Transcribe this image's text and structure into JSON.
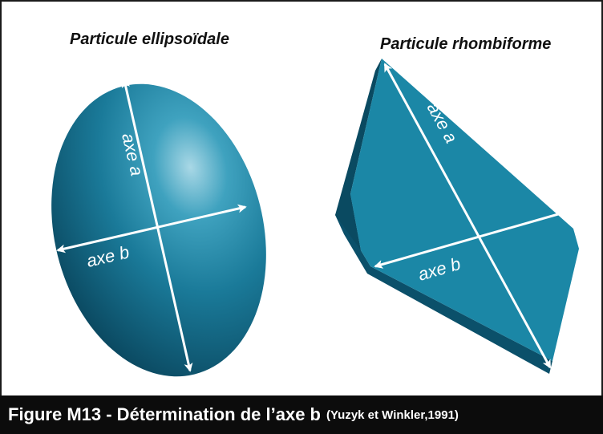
{
  "figure": {
    "left_title": "Particule ellipsoïdale",
    "right_title": "Particule rhombiforme",
    "caption": "Figure M13 - Détermination de l’axe b",
    "caption_reference": "(Yuzyk et Winkler,1991)"
  },
  "ellipsoid": {
    "axis_a_label": "axe a",
    "axis_b_label": "axe b"
  },
  "rhomboid": {
    "axis_a_label": "axe a",
    "axis_b_label": "axe b"
  },
  "colors": {
    "particle_fill": "#1b87a6",
    "particle_dark": "#0a4d66",
    "particle_highlight": "#a9d8e6",
    "axis_line": "#ffffff",
    "caption_bar": "#0c0c0c"
  }
}
